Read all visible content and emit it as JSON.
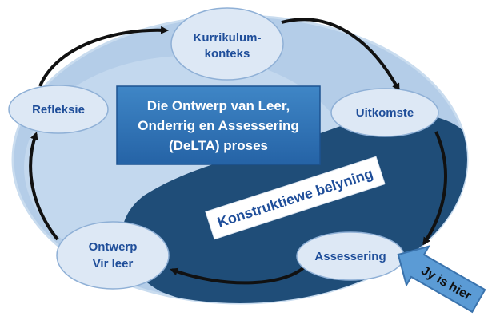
{
  "title": {
    "lines": [
      "Die Ontwerp van Leer,",
      "Onderrig en Assessering",
      "(DeLTA) proses"
    ]
  },
  "nodes": {
    "kurrikulum": {
      "lines": [
        "Kurrikulum-",
        "konteks"
      ]
    },
    "uitkomste": {
      "lines": [
        "Uitkomste"
      ]
    },
    "assessering": {
      "lines": [
        "Assessering"
      ]
    },
    "ontwerp": {
      "lines": [
        "Ontwerp",
        "Vir leer"
      ]
    },
    "refleksie": {
      "lines": [
        "Refleksie"
      ]
    }
  },
  "alignment_label": "Konstruktiewe belyning",
  "you_are_here": "Jy is hier",
  "colors": {
    "outer_ellipse": "#b4cde8",
    "dark_region": "#1f4d78",
    "title_box": "#2e75b6",
    "node_fill": "#dde8f5",
    "text_blue": "#1f4e9a",
    "arrow_pointer": "#5b9bd5",
    "cycle_arrows": "#111111"
  }
}
